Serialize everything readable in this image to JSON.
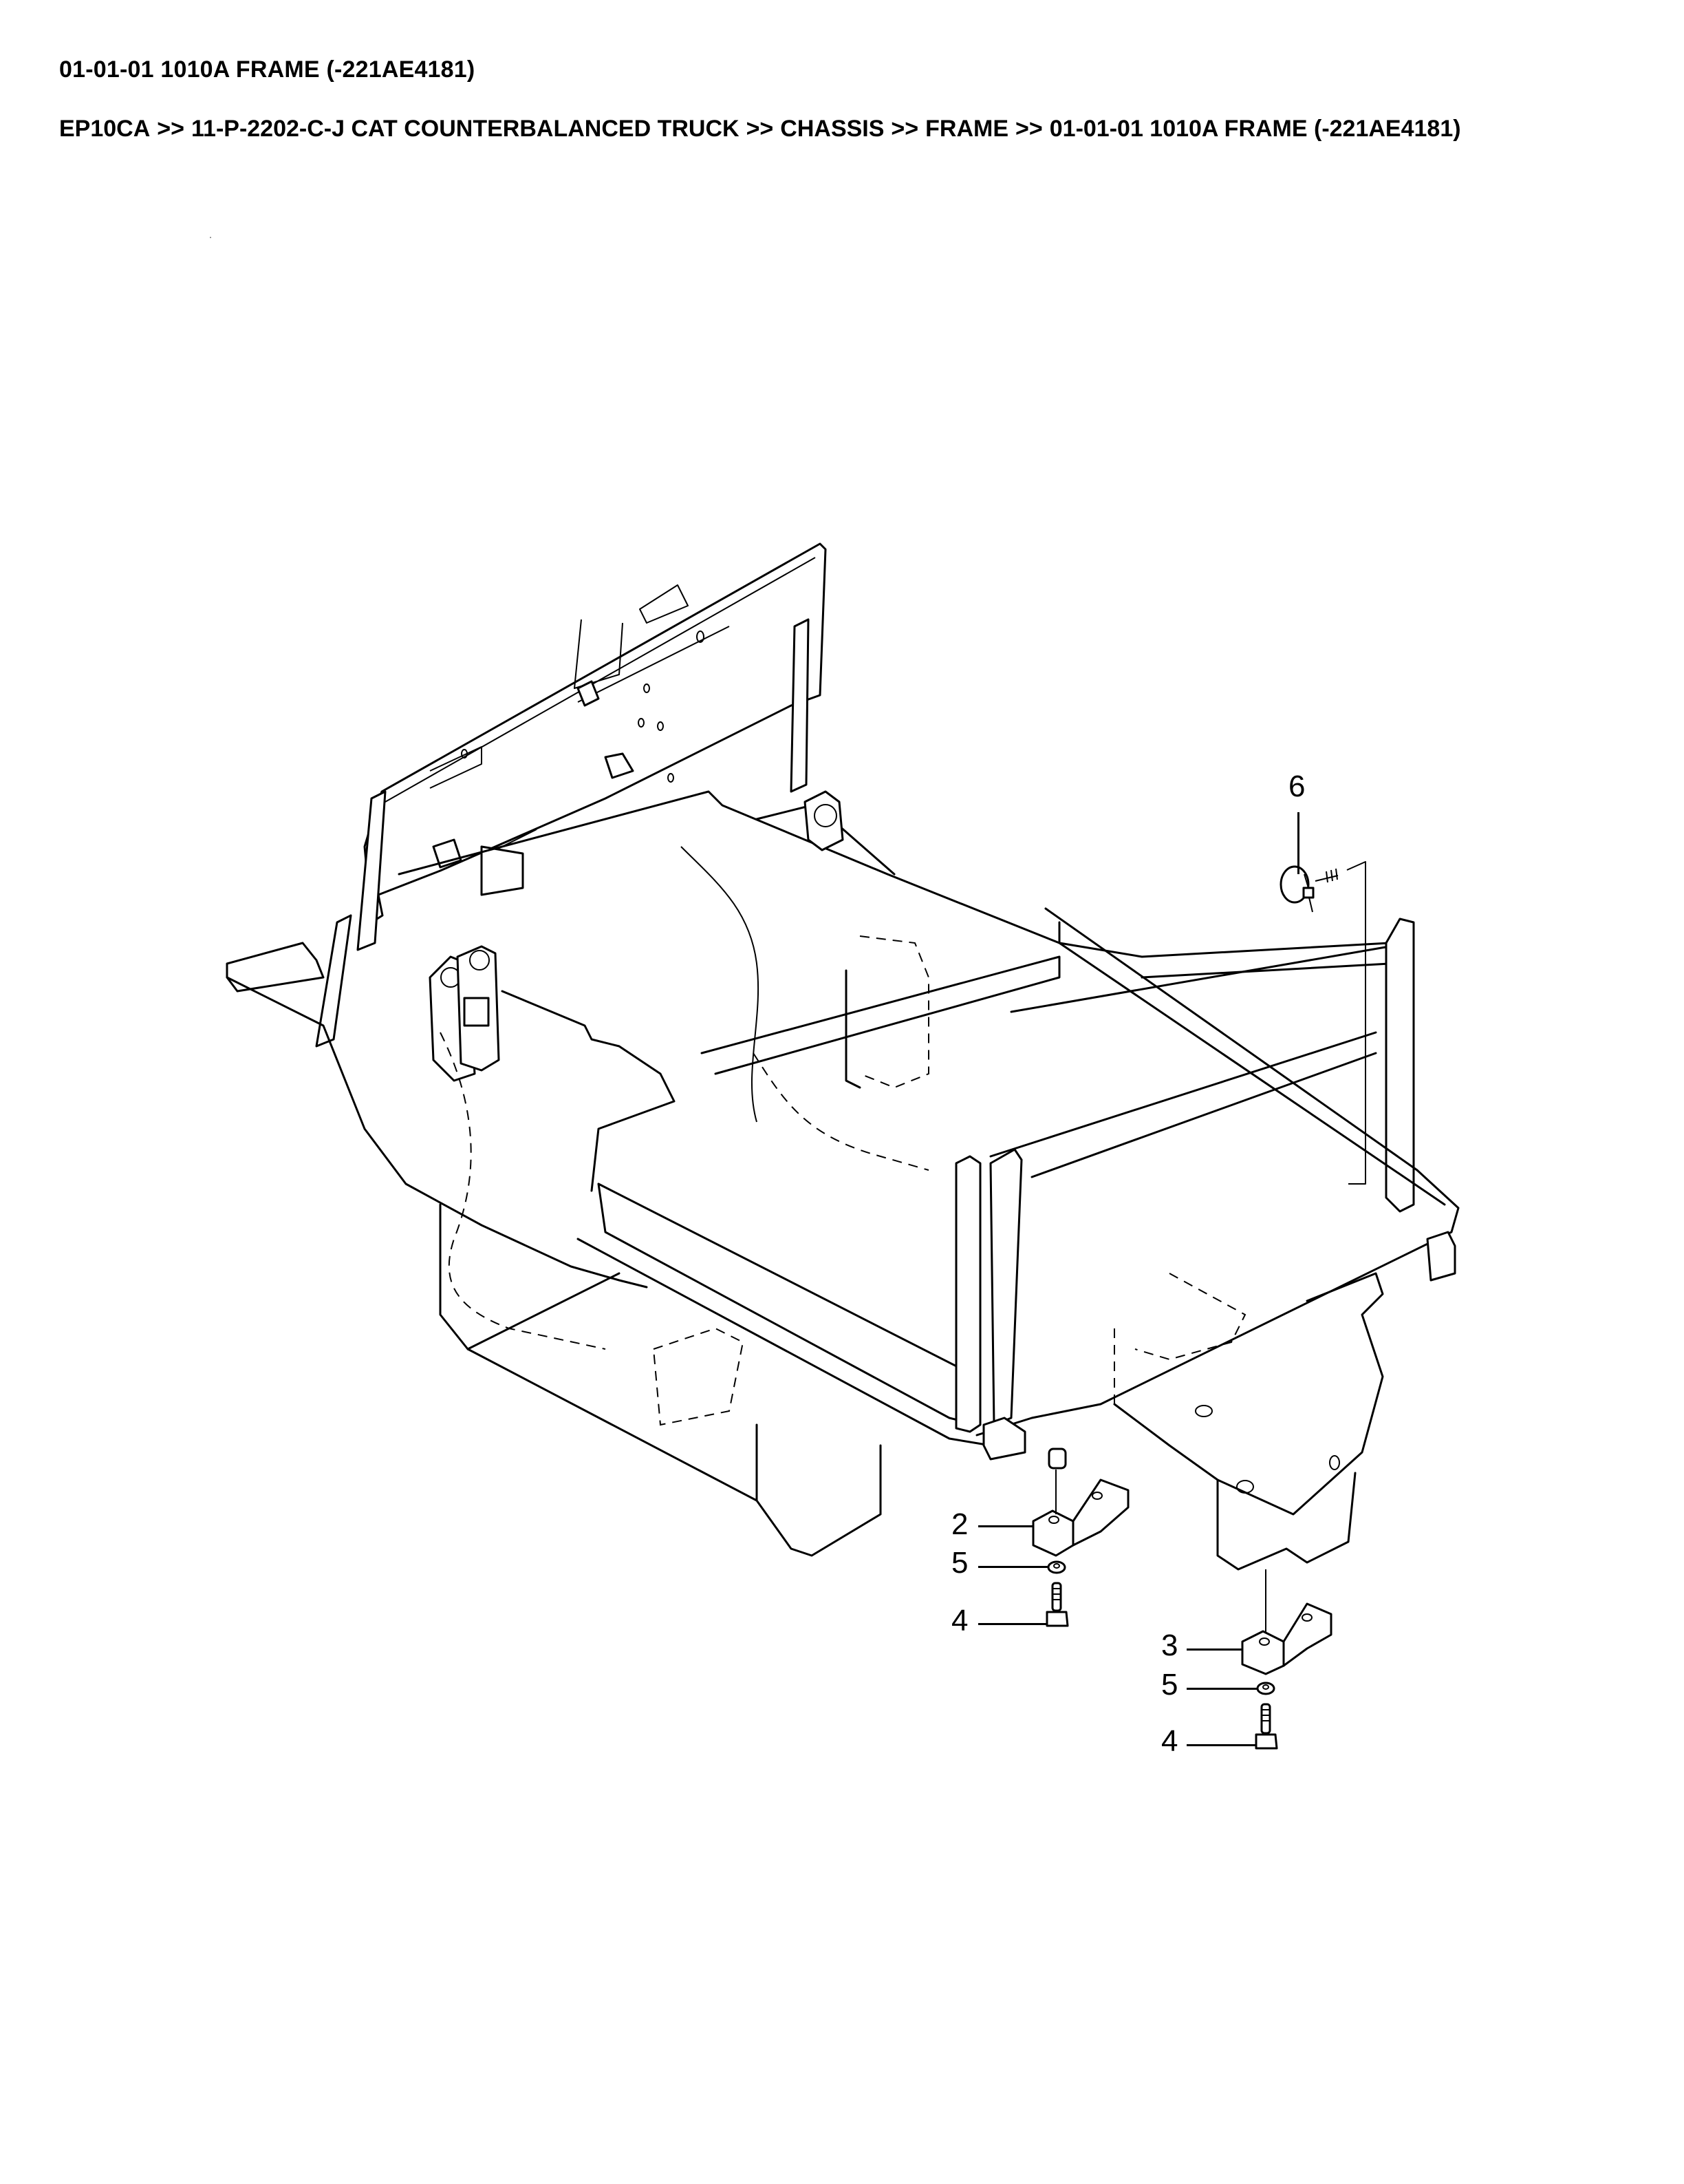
{
  "header": {
    "title": "01-01-01 1010A FRAME (-221AE4181)",
    "breadcrumb": [
      "EP10CA",
      "11-P-2202-C-J CAT COUNTERBALANCED TRUCK",
      "CHASSIS",
      "FRAME",
      "01-01-01 1010A FRAME (-221AE4181)"
    ],
    "separator": ">>"
  },
  "diagram": {
    "subject": "Forklift chassis frame, exploded isometric view",
    "callouts": [
      {
        "id": "6",
        "label": "6",
        "part": "cable-clamp-icon"
      },
      {
        "id": "2",
        "label": "2",
        "part": "mount-block-left-icon"
      },
      {
        "id": "5a",
        "label": "5",
        "part": "lock-washer-icon"
      },
      {
        "id": "4a",
        "label": "4",
        "part": "hex-bolt-icon"
      },
      {
        "id": "3",
        "label": "3",
        "part": "mount-block-right-icon"
      },
      {
        "id": "5b",
        "label": "5",
        "part": "lock-washer-icon"
      },
      {
        "id": "4b",
        "label": "4",
        "part": "hex-bolt-icon"
      }
    ]
  }
}
